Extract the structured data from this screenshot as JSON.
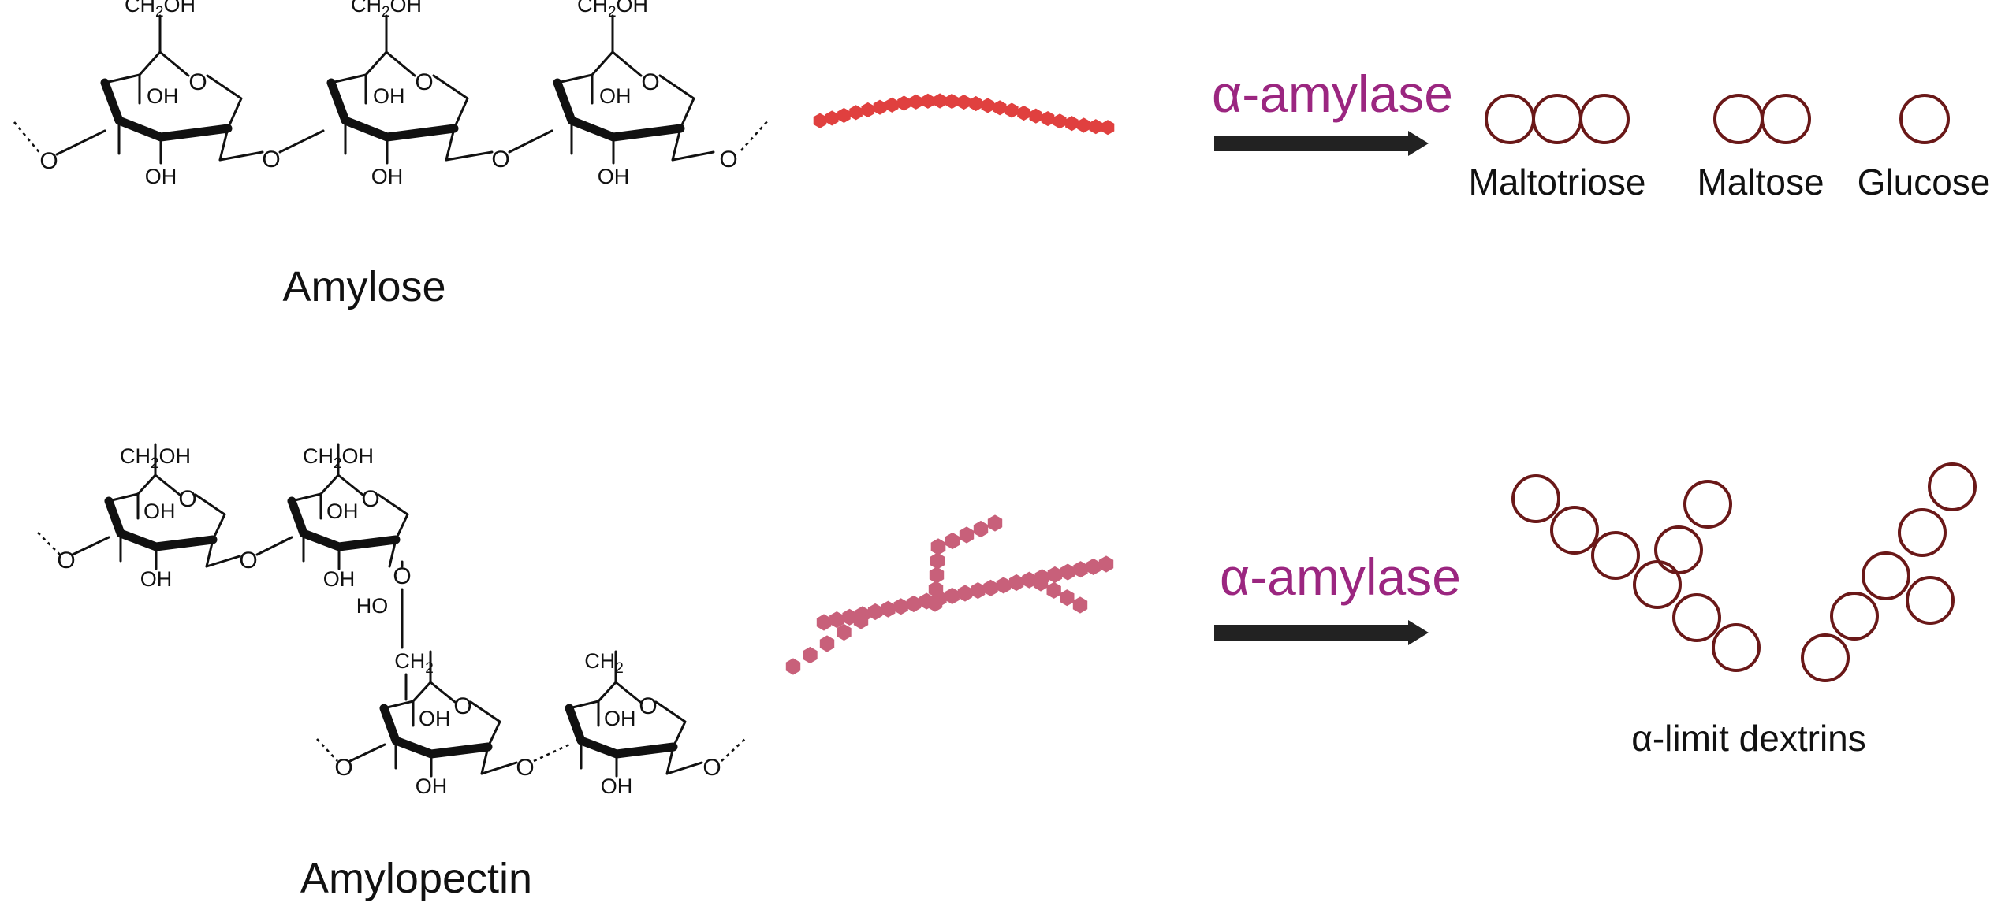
{
  "top_row": {
    "molecule": "Amylose",
    "enzyme": "α-amylase",
    "products": [
      "Maltotriose",
      "Maltose",
      "Glucose"
    ]
  },
  "bottom_row": {
    "molecule": "Amylopectin",
    "enzyme": "α-amylase",
    "product": "α-limit dextrins"
  },
  "chem": {
    "ch2oh_main": "CH",
    "ch2oh_sub": "2",
    "ch2oh_tail": "OH",
    "oh": "OH",
    "ho": "HO",
    "o": "O",
    "ch2_main": "CH",
    "ch2_sub": "2"
  },
  "colors": {
    "enzyme_text": "#9b2680",
    "amylose_beads": "#e0403f",
    "amylopectin_beads": "#c8607a",
    "product_circles": "#6a1818",
    "arrow": "#222222"
  }
}
